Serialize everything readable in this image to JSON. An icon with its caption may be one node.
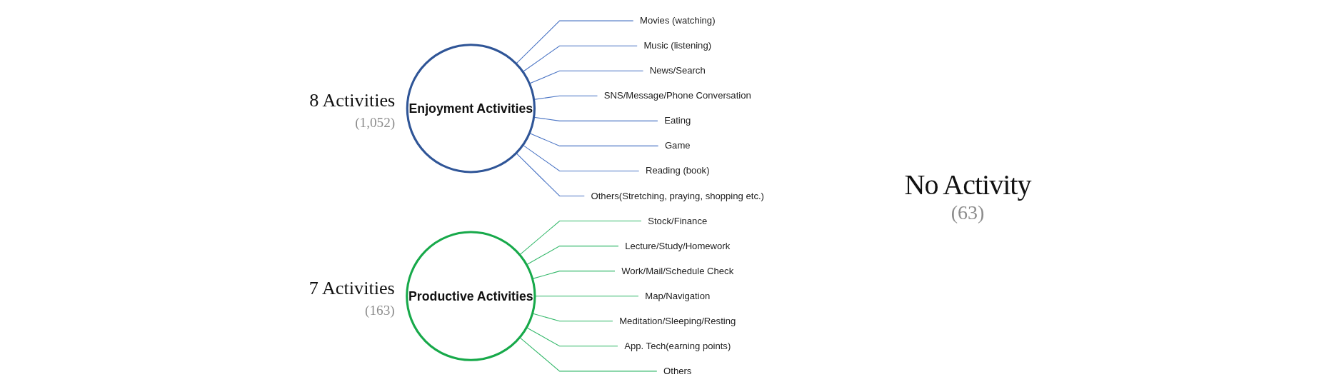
{
  "diagram": {
    "nodes": [
      {
        "text": [
          "Enjoyment Activities"
        ],
        "beside": [
          "8 Activities",
          "(1,052)"
        ]
      },
      {
        "text": [
          "Movies (watching)"
        ]
      },
      {
        "text": [
          "Music (listening)"
        ]
      },
      {
        "text": [
          "News/Search"
        ]
      },
      {
        "text": [
          "SNS/Message/Phone Conversation"
        ]
      },
      {
        "text": [
          "Eating"
        ]
      },
      {
        "text": [
          "Game"
        ]
      },
      {
        "text": [
          "Reading (book)"
        ]
      },
      {
        "text": [
          "Others(Stretching, praying, shopping etc.)"
        ]
      },
      {
        "text": [
          "Productive Activities"
        ],
        "beside": [
          "7 Activities",
          "(163)"
        ]
      },
      {
        "text": [
          "Stock/Finance"
        ]
      },
      {
        "text": [
          "Lecture/Study/Homework"
        ]
      },
      {
        "text": [
          "Work/Mail/Schedule Check"
        ]
      },
      {
        "text": [
          "Map/Navigation"
        ]
      },
      {
        "text": [
          "Meditation/Sleeping/Resting"
        ]
      },
      {
        "text": [
          "App. Tech(earning points)"
        ]
      },
      {
        "text": [
          "Others"
        ]
      }
    ],
    "edges": [
      {
        "from": 0,
        "to": 1,
        "arrow": "none",
        "color": "#4a74c4"
      },
      {
        "from": 0,
        "to": 2,
        "arrow": "none",
        "color": "#4a74c4"
      },
      {
        "from": 0,
        "to": 3,
        "arrow": "none",
        "color": "#4a74c4"
      },
      {
        "from": 0,
        "to": 4,
        "arrow": "none",
        "color": "#4a74c4"
      },
      {
        "from": 0,
        "to": 5,
        "arrow": "none",
        "color": "#4a74c4"
      },
      {
        "from": 0,
        "to": 6,
        "arrow": "none",
        "color": "#4a74c4"
      },
      {
        "from": 0,
        "to": 7,
        "arrow": "none",
        "color": "#4a74c4"
      },
      {
        "from": 0,
        "to": 8,
        "arrow": "none",
        "color": "#4a74c4"
      },
      {
        "from": 9,
        "to": 10,
        "arrow": "none",
        "color": "#33b86a"
      },
      {
        "from": 9,
        "to": 11,
        "arrow": "none",
        "color": "#33b86a"
      },
      {
        "from": 9,
        "to": 12,
        "arrow": "none",
        "color": "#33b86a"
      },
      {
        "from": 9,
        "to": 13,
        "arrow": "none",
        "color": "#33b86a"
      },
      {
        "from": 9,
        "to": 14,
        "arrow": "none",
        "color": "#33b86a"
      },
      {
        "from": 9,
        "to": 15,
        "arrow": "none",
        "color": "#33b86a"
      },
      {
        "from": 9,
        "to": 16,
        "arrow": "none",
        "color": "#33b86a"
      }
    ],
    "labels": [
      "No Activity",
      "(63)"
    ]
  }
}
